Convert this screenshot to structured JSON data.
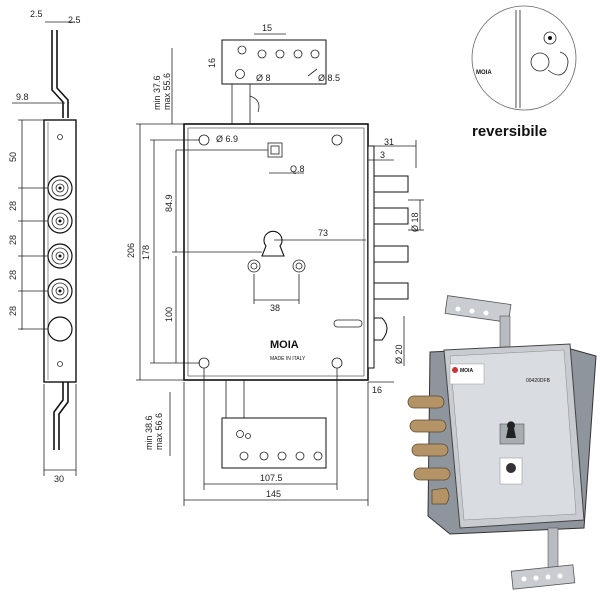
{
  "brand": "MOIA",
  "made_in": "MADE IN ITALY",
  "reversible_label": "reversibile",
  "inset_brand": "MOIA",
  "photo_model": "00420DFB",
  "side_view": {
    "top_left": "2.5",
    "top_right": "2.5",
    "offset": "9.8",
    "bottom_width": "30",
    "spacings": [
      "50",
      "28",
      "28",
      "28",
      "28"
    ]
  },
  "front_view": {
    "top_plate_width": "15",
    "top_plate_height": "16",
    "hole_small": "Ø 8",
    "hole_large": "Ø 8.5",
    "top_range_min": "min 37.6",
    "top_range_max": "max 55.6",
    "screw_hole": "Ø 6.9",
    "square": "Q.8",
    "height_total": "206",
    "height_178": "178",
    "height_84_9": "84.9",
    "height_100": "100",
    "key_offset": "73",
    "cylinder_spacing": "38",
    "faceplate_31": "31",
    "faceplate_3": "3",
    "bolt_diameter": "Ø 18",
    "latch_diameter": "Ø 20",
    "latch_offset": "16",
    "bottom_range_min": "min 38.6",
    "bottom_range_max": "max 56.6",
    "width_107_5": "107.5",
    "width_145": "145"
  }
}
